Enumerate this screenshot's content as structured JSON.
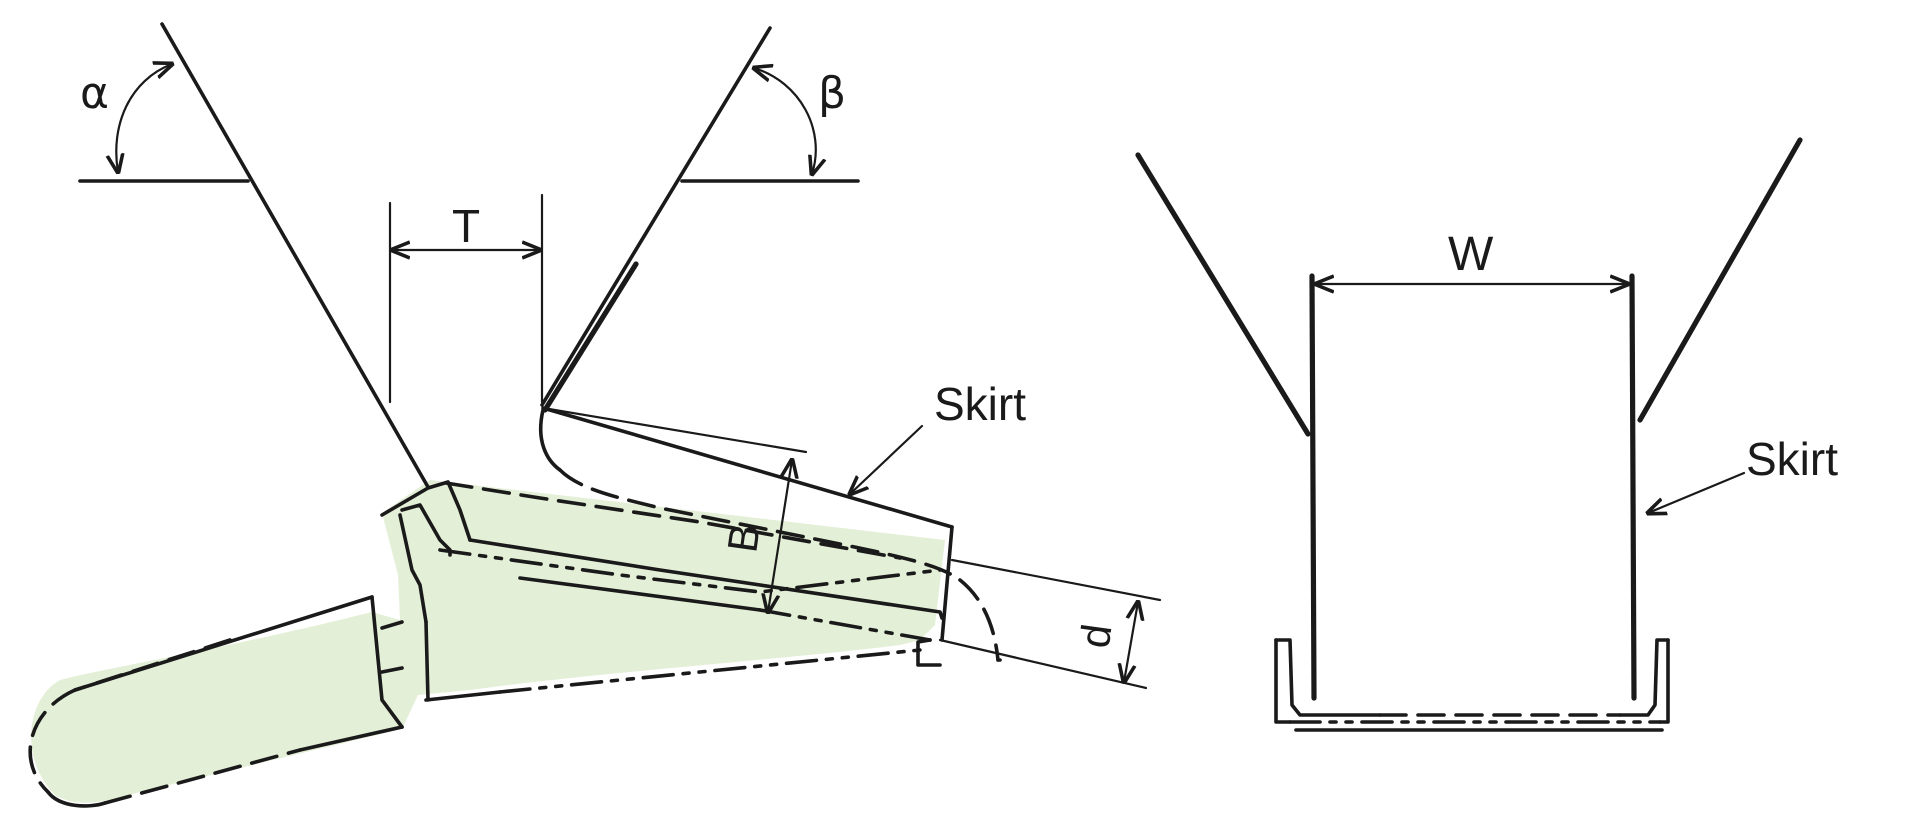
{
  "labels": {
    "alpha": "α",
    "beta": "β",
    "trough_T": "T",
    "belt_B": "B",
    "depth_d": "d",
    "skirt_left": "Skirt",
    "width_W": "W",
    "skirt_right": "Skirt"
  },
  "colors": {
    "ink": "#1a1a1a",
    "material_fill": "#e3efd6",
    "background": "#ffffff"
  }
}
